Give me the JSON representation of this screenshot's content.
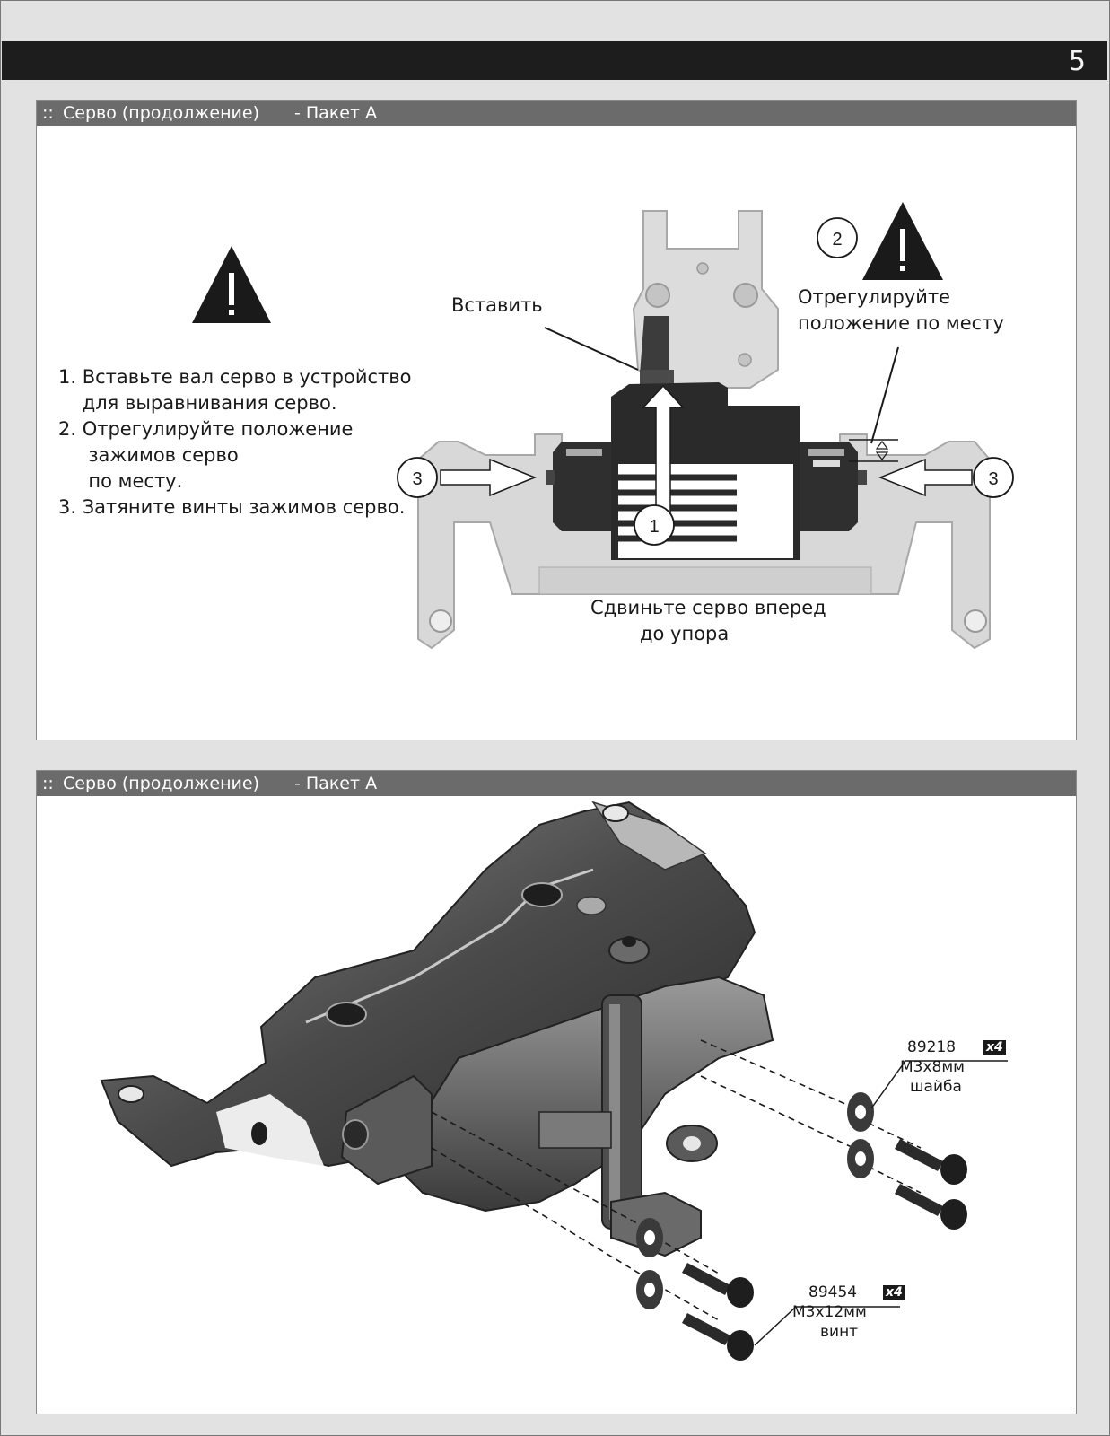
{
  "page": {
    "number": "5"
  },
  "section1": {
    "colons": "::",
    "title": "Серво (продолжение)",
    "pack": "- Пакет А",
    "steps": [
      "1. Вставьте вал серво в устройство",
      "    для выравнивания серво.",
      "2. Отрегулируйте положение",
      "     зажимов серво",
      "     по месту.",
      "3. Затяните винты зажимов серво."
    ],
    "callouts": {
      "insert": "Вставить",
      "adjust_line1": "Отрегулируйте",
      "adjust_line2": "положение по месту",
      "slide_line1": "Сдвиньте серво вперед",
      "slide_line2": "до упора"
    },
    "markers": [
      "1",
      "2",
      "3",
      "3"
    ],
    "icons": [
      "warning-icon",
      "warning-icon"
    ]
  },
  "section2": {
    "colons": "::",
    "title": "Серво (продолжение)",
    "pack": "- Пакет А",
    "parts": [
      {
        "number": "89218",
        "qty": "x4",
        "size": "M3x8мм",
        "type": "шайба"
      },
      {
        "number": "89454",
        "qty": "x4",
        "size": "M3x12мм",
        "type": "винт"
      }
    ]
  },
  "colors": {
    "header_bar": "#1d1d1d",
    "section_head": "#6b6b6b",
    "page_bg": "#e2e2e2"
  }
}
